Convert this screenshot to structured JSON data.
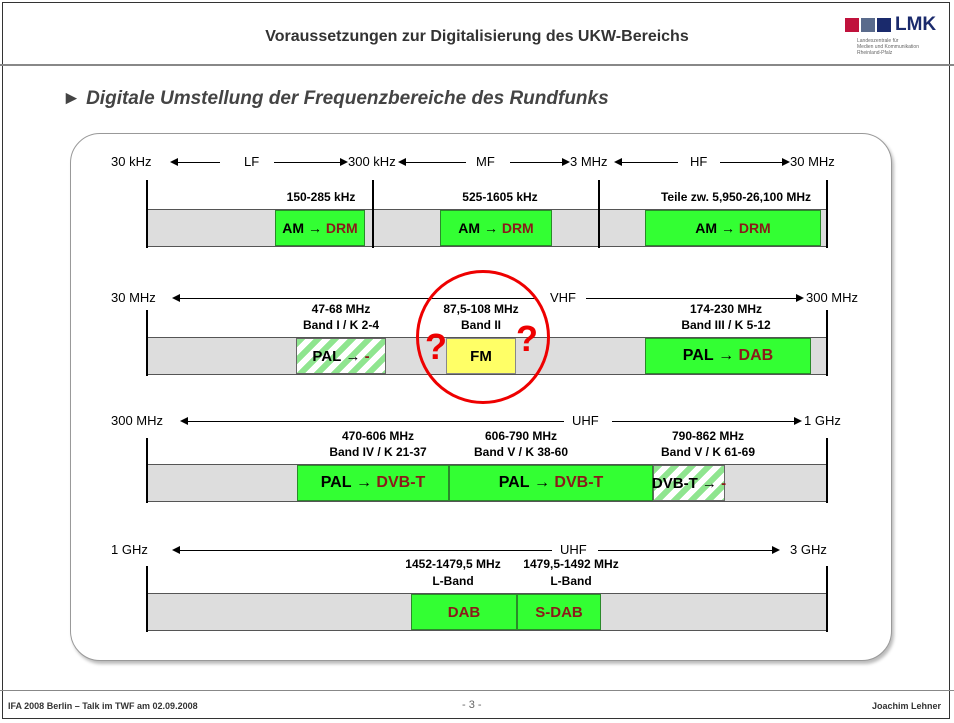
{
  "header": {
    "title": "Voraussetzungen zur Digitalisierung des UKW-Bereichs"
  },
  "logo": {
    "name": "LMK",
    "line1": "Landeszentrale für",
    "line2": "Medien und Kommunikation",
    "line3": "Rheinland-Pfalz",
    "colors": [
      "#c0123c",
      "#5a6b8c",
      "#1a2a6c"
    ]
  },
  "subtitle": "► Digitale Umstellung der Frequenzbereiche des Rundfunks",
  "row1": {
    "scale": {
      "a": "30 kHz",
      "lf": "LF",
      "b": "300 kHz",
      "mf": "MF",
      "c": "3 MHz",
      "hf": "HF",
      "d": "30 MHz"
    },
    "labels": [
      "150-285 kHz",
      "525-1605 kHz",
      "Teile zw. 5,950-26,100 MHz"
    ],
    "blocks": [
      {
        "from": "AM",
        "to": "DRM"
      },
      {
        "from": "AM",
        "to": "DRM"
      },
      {
        "from": "AM",
        "to": "DRM"
      }
    ]
  },
  "row2": {
    "scale": {
      "a": "30 MHz",
      "mid": "VHF",
      "b": "300 MHz"
    },
    "labels": [
      {
        "l1": "47-68 MHz",
        "l2": "Band I / K 2-4"
      },
      {
        "l1": "87,5-108 MHz",
        "l2": "Band II"
      },
      {
        "l1": "174-230 MHz",
        "l2": "Band III / K 5-12"
      }
    ],
    "blocks": [
      {
        "from": "PAL",
        "to": "-"
      },
      {
        "text": "FM"
      },
      {
        "from": "PAL",
        "to": "DAB"
      }
    ],
    "question": "?"
  },
  "row3": {
    "scale": {
      "a": "300 MHz",
      "mid": "UHF",
      "b": "1 GHz"
    },
    "labels": [
      {
        "l1": "470-606 MHz",
        "l2": "Band IV / K 21-37"
      },
      {
        "l1": "606-790 MHz",
        "l2": "Band V / K 38-60"
      },
      {
        "l1": "790-862 MHz",
        "l2": "Band V / K 61-69"
      }
    ],
    "blocks": [
      {
        "from": "PAL",
        "to": "DVB-T"
      },
      {
        "from": "PAL",
        "to": "DVB-T"
      },
      {
        "from": "DVB-T",
        "to": "-"
      }
    ]
  },
  "row4": {
    "scale": {
      "a": "1 GHz",
      "mid": "UHF",
      "b": "3 GHz"
    },
    "labels": [
      {
        "l1": "1452-1479,5 MHz",
        "l2": "L-Band"
      },
      {
        "l1": "1479,5-1492 MHz",
        "l2": "L-Band"
      }
    ],
    "blocks": [
      {
        "text": "DAB"
      },
      {
        "text": "S-DAB"
      }
    ]
  },
  "arrow": "→",
  "footer": {
    "left": "IFA 2008 Berlin – Talk im TWF am 02.09.2008",
    "center": "- 3 -",
    "right": "Joachim Lehner"
  }
}
